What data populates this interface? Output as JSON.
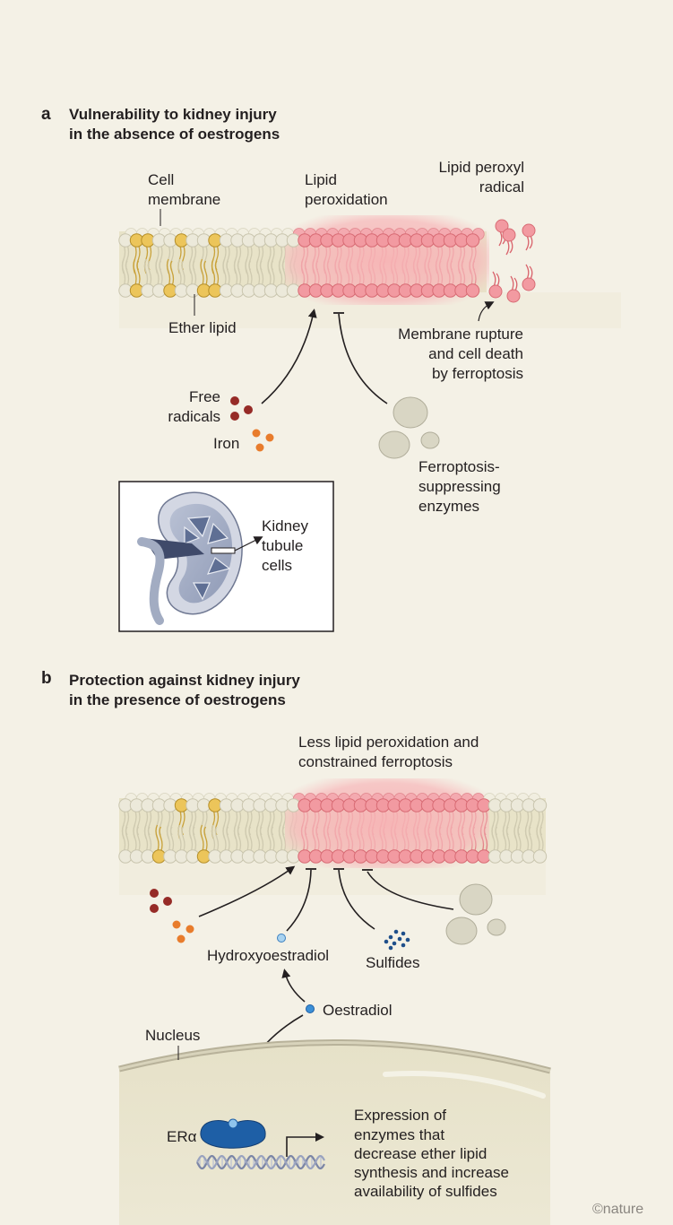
{
  "panel_a": {
    "letter": "a",
    "title_line1": "Vulnerability to kidney injury",
    "title_line2": "in the absence of oestrogens",
    "labels": {
      "cell_membrane_1": "Cell",
      "cell_membrane_2": "membrane",
      "lipid_peroxidation_1": "Lipid",
      "lipid_peroxidation_2": "peroxidation",
      "lipid_peroxyl_1": "Lipid peroxyl",
      "lipid_peroxyl_2": "radical",
      "ether_lipid": "Ether lipid",
      "membrane_rupture_1": "Membrane rupture",
      "membrane_rupture_2": "and cell death",
      "membrane_rupture_3": "by ferroptosis",
      "free_radicals_1": "Free",
      "free_radicals_2": "radicals",
      "iron": "Iron",
      "enzymes_1": "Ferroptosis-",
      "enzymes_2": "suppressing",
      "enzymes_3": "enzymes",
      "kidney_1": "Kidney",
      "kidney_2": "tubule",
      "kidney_3": "cells"
    }
  },
  "panel_b": {
    "letter": "b",
    "title_line1": "Protection against kidney injury",
    "title_line2": "in the presence of oestrogens",
    "labels": {
      "less_peroxidation_1": "Less lipid peroxidation and",
      "less_peroxidation_2": "constrained ferroptosis",
      "hydroxyoestradiol": "Hydroxyoestradiol",
      "sulfides": "Sulfides",
      "oestradiol": "Oestradiol",
      "nucleus": "Nucleus",
      "era": "ERα",
      "expression_1": "Expression of",
      "expression_2": "enzymes that",
      "expression_3": "decrease ether lipid",
      "expression_4": "synthesis and increase",
      "expression_5": "availability of sulfides"
    }
  },
  "credit": "©nature",
  "colors": {
    "background": "#f4f1e6",
    "membrane_band": "#e8e3c8",
    "head_cream": "#ece9da",
    "head_yellow": "#ecc55a",
    "peroxidation_pink": "#f29aa1",
    "peroxidation_glow": "#f7b9bb",
    "free_radical": "#962b27",
    "iron": "#e87c2c",
    "enzyme": "#d9d6c4",
    "era_blue": "#1e5fa6",
    "sulfide_blue": "#1f4f8a",
    "kidney_blue": "#5f6f94"
  }
}
